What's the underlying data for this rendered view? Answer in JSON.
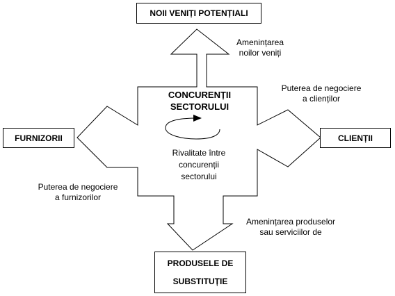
{
  "boxes": {
    "top": "NOII VENIȚI POTENȚIALI",
    "left": "FURNIZORII",
    "right": "CLIENȚII",
    "bottom_line1": "PRODUSELE DE",
    "bottom_line2": "SUBSTITUȚIE"
  },
  "center": {
    "title_line1": "CONCURENȚII",
    "title_line2": "SECTORULUI",
    "rivalry_line1": "Rivalitate între",
    "rivalry_line2": "concurenții",
    "rivalry_line3": "sectorului"
  },
  "labels": {
    "new_entrants_line1": "Amenințarea",
    "new_entrants_line2": "noilor veniți",
    "buyers_line1": "Puterea de negociere",
    "buyers_line2": "a clienților",
    "suppliers_line1": "Puterea de negociere",
    "suppliers_line2": "a furnizorilor",
    "substitutes_line1": "Amenințarea produselor",
    "substitutes_line2": "sau serviciilor de"
  }
}
